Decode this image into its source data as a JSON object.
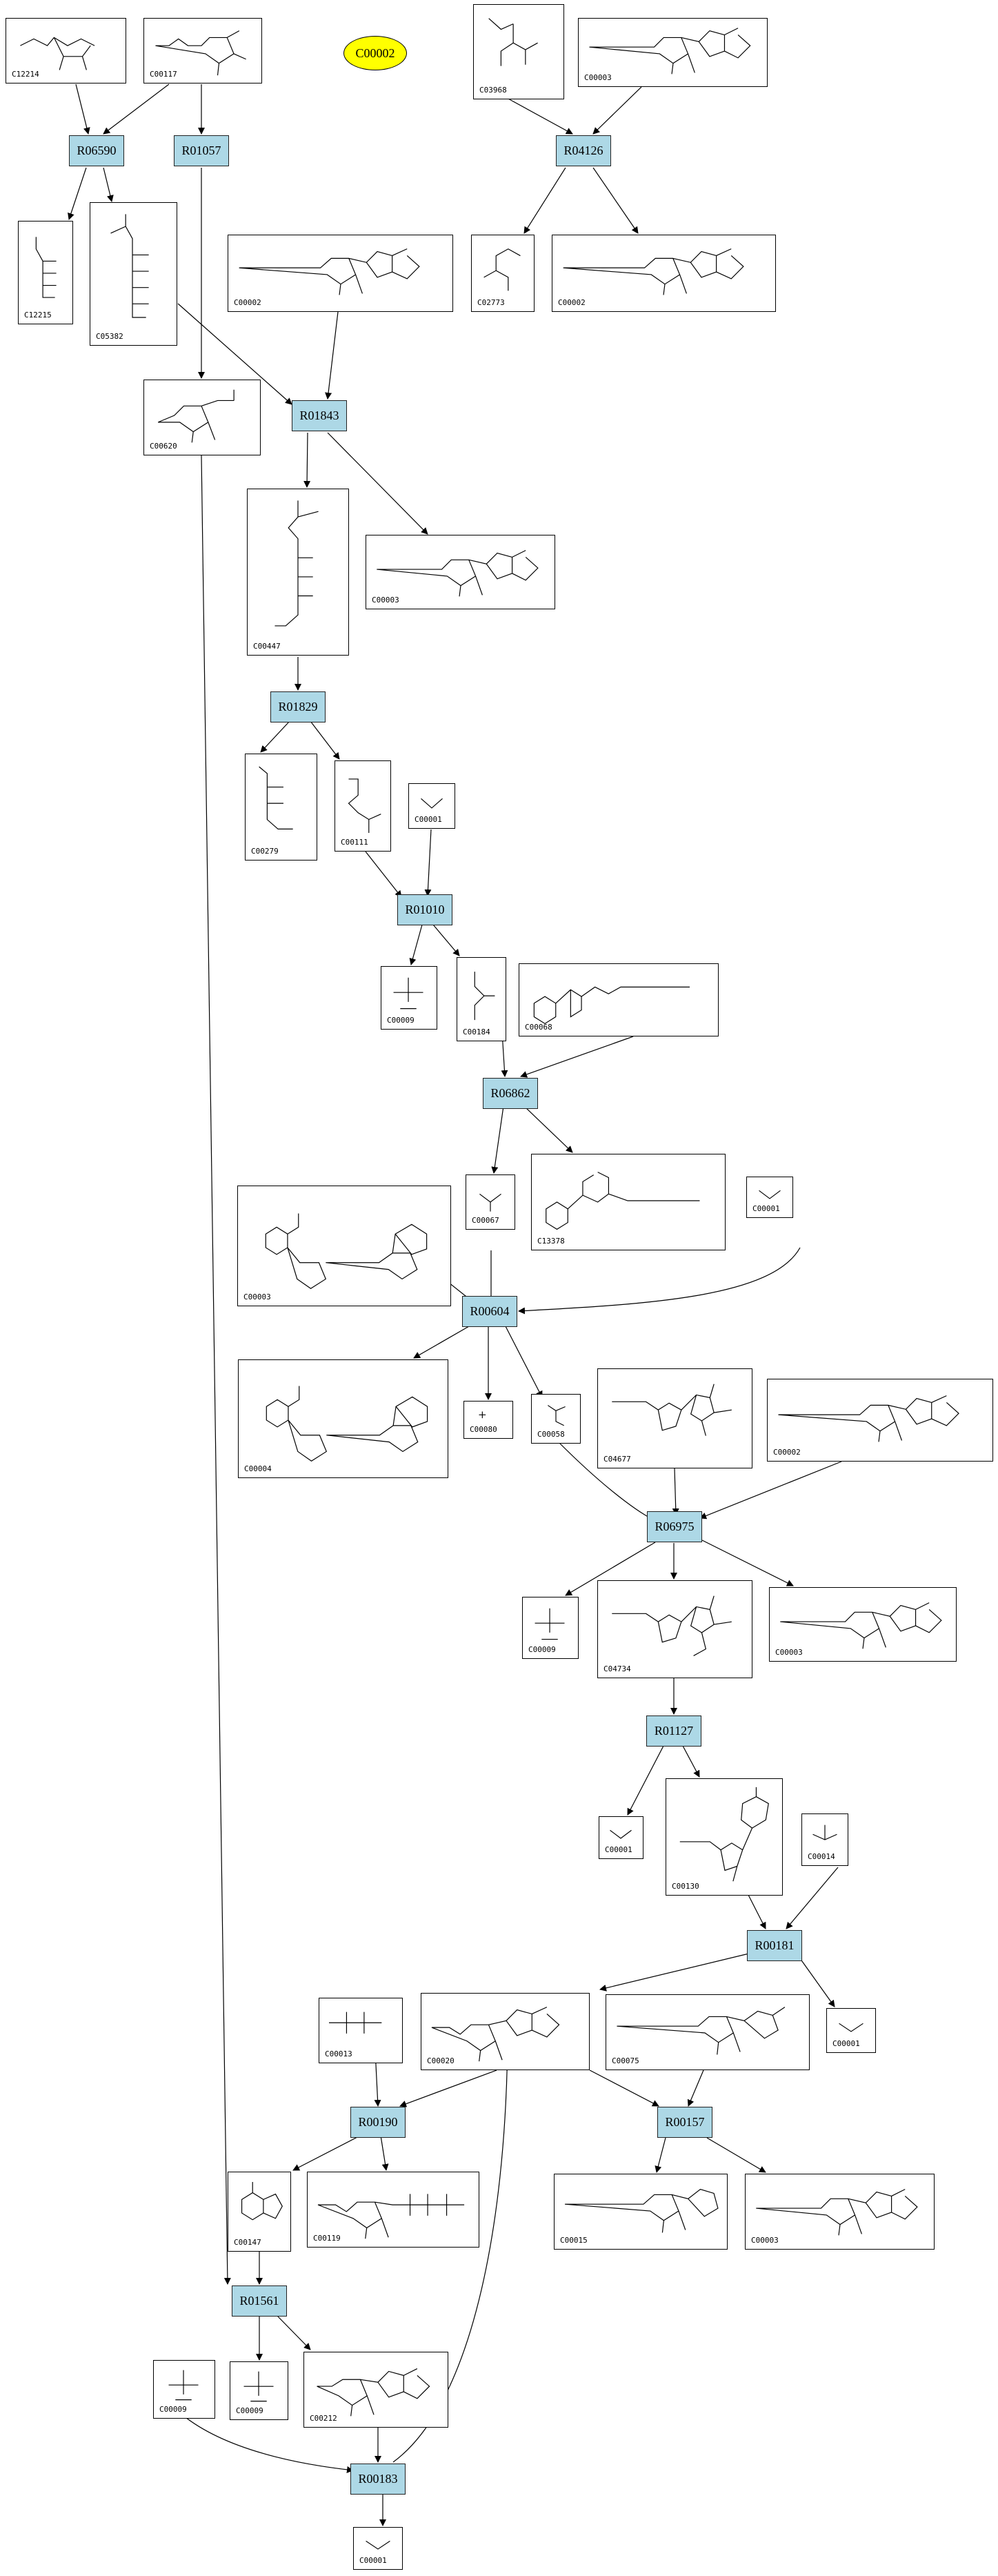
{
  "focus_node": {
    "id": "C00002"
  },
  "reactions": [
    {
      "id": "R06590"
    },
    {
      "id": "R01057"
    },
    {
      "id": "R04126"
    },
    {
      "id": "R01843"
    },
    {
      "id": "R01829"
    },
    {
      "id": "R01010"
    },
    {
      "id": "R06862"
    },
    {
      "id": "R00604"
    },
    {
      "id": "R06975"
    },
    {
      "id": "R01127"
    },
    {
      "id": "R00181"
    },
    {
      "id": "R00190"
    },
    {
      "id": "R00157"
    },
    {
      "id": "R01561"
    },
    {
      "id": "R00183"
    }
  ],
  "compounds": [
    {
      "id": "C12214"
    },
    {
      "id": "C00117"
    },
    {
      "id": "C03968"
    },
    {
      "id": "C00003"
    },
    {
      "id": "C12215"
    },
    {
      "id": "C05382"
    },
    {
      "id": "C00002"
    },
    {
      "id": "C02773"
    },
    {
      "id": "C00002"
    },
    {
      "id": "C00620"
    },
    {
      "id": "C00447"
    },
    {
      "id": "C00003"
    },
    {
      "id": "C00279"
    },
    {
      "id": "C00111"
    },
    {
      "id": "C00001"
    },
    {
      "id": "C00009"
    },
    {
      "id": "C00184"
    },
    {
      "id": "C00068"
    },
    {
      "id": "C00003"
    },
    {
      "id": "C00067"
    },
    {
      "id": "C13378"
    },
    {
      "id": "C00001"
    },
    {
      "id": "C00004"
    },
    {
      "id": "C00080"
    },
    {
      "id": "C00058"
    },
    {
      "id": "C04677"
    },
    {
      "id": "C00002"
    },
    {
      "id": "C00009"
    },
    {
      "id": "C04734"
    },
    {
      "id": "C00003"
    },
    {
      "id": "C00001"
    },
    {
      "id": "C00130"
    },
    {
      "id": "C00014"
    },
    {
      "id": "C00001"
    },
    {
      "id": "C00013"
    },
    {
      "id": "C00020"
    },
    {
      "id": "C00075"
    },
    {
      "id": "C00147"
    },
    {
      "id": "C00119"
    },
    {
      "id": "C00015"
    },
    {
      "id": "C00003"
    },
    {
      "id": "C00009"
    },
    {
      "id": "C00009"
    },
    {
      "id": "C00212"
    },
    {
      "id": "C00001"
    }
  ]
}
